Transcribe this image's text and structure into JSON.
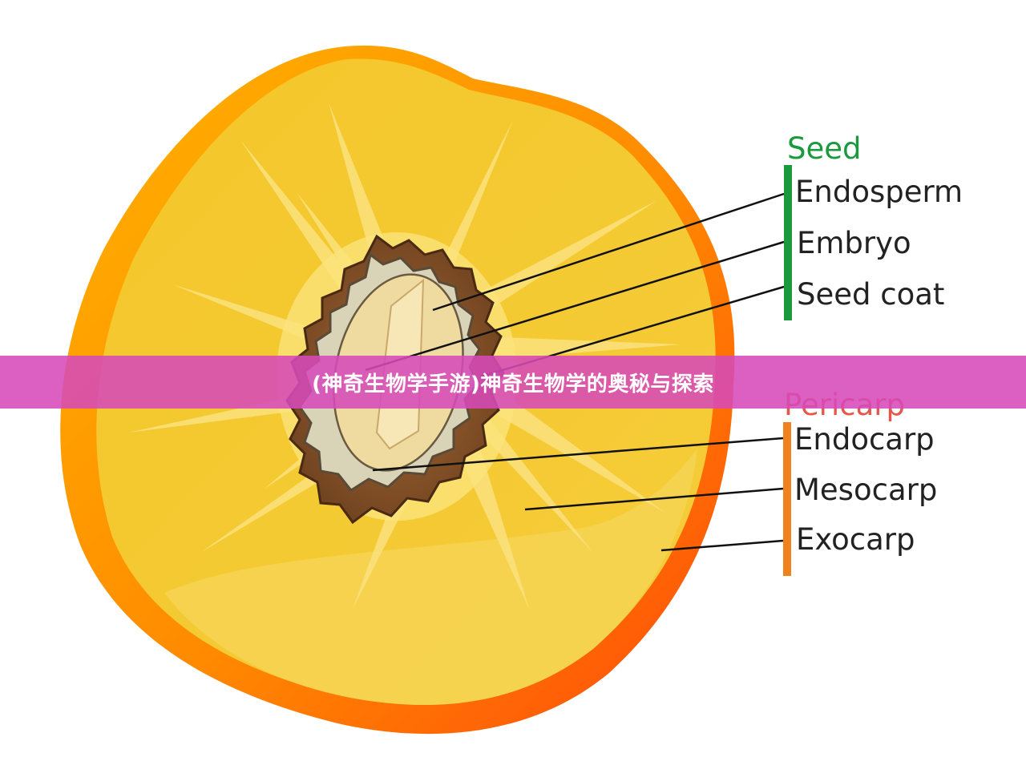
{
  "banner": {
    "text": "(神奇生物学手游)神奇生物学的奥秘与探索"
  },
  "groups": {
    "seed": {
      "title": "Seed",
      "color": "#1a9a3c",
      "items": [
        "Endosperm",
        "Embryo",
        "Seed coat"
      ]
    },
    "pericarp": {
      "title": "Pericarp",
      "color": "#f0821e",
      "items": [
        "Endocarp",
        "Mesocarp",
        "Exocarp"
      ]
    }
  },
  "colors": {
    "exocarp": "#f85a10",
    "mesocarp": "#f2c230",
    "endocarp": "#7a4a2a",
    "seed_coat": "#d8d2b6",
    "endosperm": "#efdca0",
    "embryo": "#f6e6b2",
    "banner": "#d64ab8",
    "label_text": "#222222",
    "leader_line": "#111111"
  }
}
